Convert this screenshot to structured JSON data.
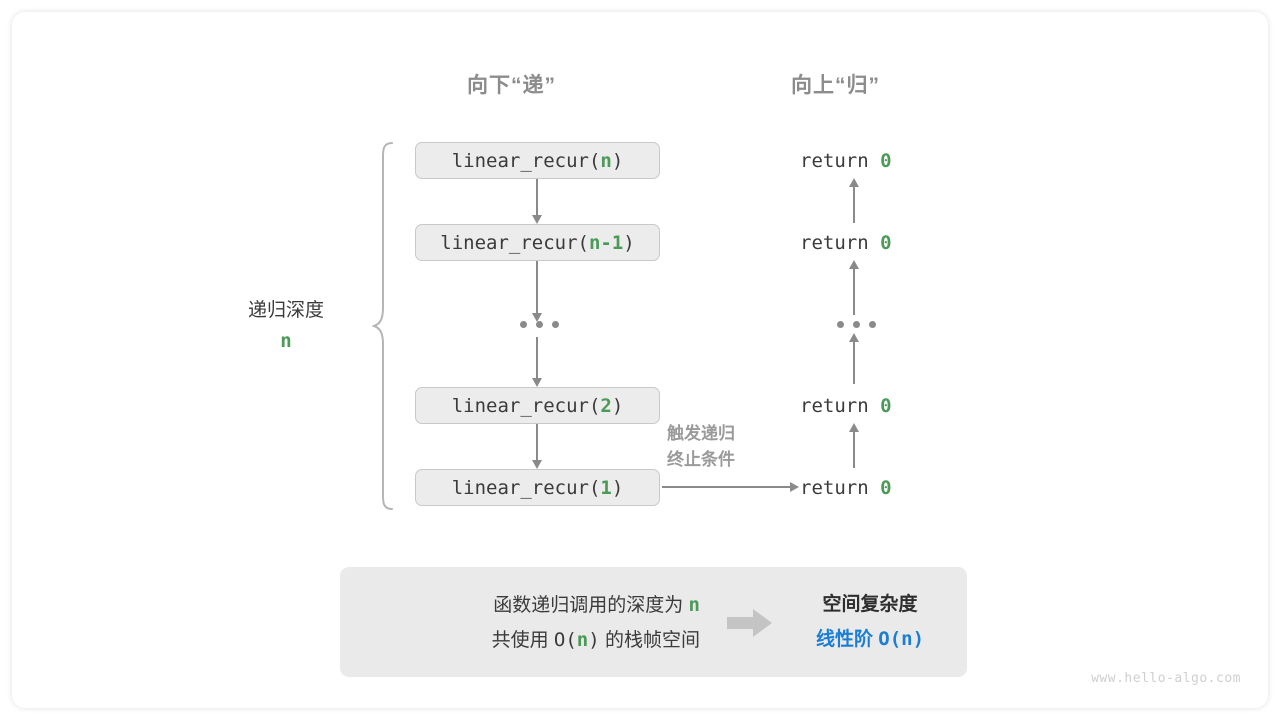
{
  "diagram": {
    "headers": {
      "down": "向下“递”",
      "up": "向上“归”"
    },
    "depth": {
      "label": "递归深度",
      "value": "n"
    },
    "base_case_note": "触发递归\n终止条件",
    "base_case_note_line1": "触发递归",
    "base_case_note_line2": "终止条件",
    "ellipsis": "...",
    "call_stack": [
      {
        "prefix": "linear_recur(",
        "arg": "n",
        "suffix": ")"
      },
      {
        "prefix": "linear_recur(",
        "arg": "n-1",
        "suffix": ")"
      },
      {
        "prefix": "linear_recur(",
        "arg": "2",
        "suffix": ")"
      },
      {
        "prefix": "linear_recur(",
        "arg": "1",
        "suffix": ")"
      }
    ],
    "returns": [
      {
        "keyword": "return",
        "value": "0"
      },
      {
        "keyword": "return",
        "value": "0"
      },
      {
        "keyword": "return",
        "value": "0"
      },
      {
        "keyword": "return",
        "value": "0"
      }
    ]
  },
  "summary": {
    "left_line1_pre": "函数递归调用的深度为",
    "left_line1_value": "n",
    "left_line2_pre": "共使用",
    "left_line2_big_o_open": "O(",
    "left_line2_value": "n",
    "left_line2_big_o_close": ")",
    "left_line2_post": "的栈帧空间",
    "arrow": "right-block-arrow",
    "title": "空间复杂度",
    "value_label": "线性阶",
    "value_expr": "O(n)"
  },
  "watermark": "www.hello-algo.com",
  "colors": {
    "accent_green": "#4c9a57",
    "accent_blue": "#1a7fd4",
    "line_gray": "#8a8a8a",
    "box_fill": "#ececec",
    "panel_fill": "#eaeaea",
    "header_gray": "#8c8c8c"
  }
}
